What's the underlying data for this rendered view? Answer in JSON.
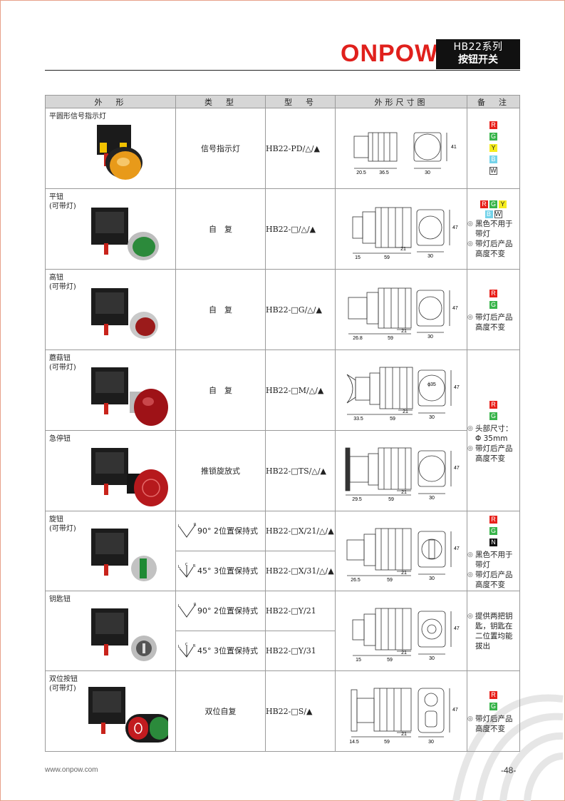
{
  "brand": {
    "logo": "ONPOW",
    "series_line1": "HB22系列",
    "series_line2": "按钮开关"
  },
  "table": {
    "headers": [
      "外　形",
      "类　型",
      "型　号",
      "外形尺寸图",
      "备　注"
    ],
    "rows": [
      {
        "name": "平圆形信号指示灯",
        "type": "信号指示灯",
        "model": "HB22-PD/△/▲",
        "dims": [
          "20.5",
          "36.5",
          "30",
          "41"
        ]
      },
      {
        "name": "平钮\n(可带灯)",
        "type": "自　复",
        "model": "HB22-□/△/▲",
        "dims": [
          "15",
          "59",
          "21",
          "30",
          "47"
        ]
      },
      {
        "name": "高钮\n(可带灯)",
        "type": "自　复",
        "model": "HB22-□G/△/▲",
        "dims": [
          "26.8",
          "59",
          "21",
          "30",
          "47"
        ]
      },
      {
        "name": "蘑菇钮\n(可带灯)",
        "type": "自　复",
        "model": "HB22-□M/△/▲",
        "dims": [
          "33.5",
          "59",
          "21",
          "30",
          "47",
          "ɸ35"
        ]
      },
      {
        "name": "急停钮",
        "type": "推锁旋放式",
        "model": "HB22-□TS/△/▲",
        "dims": [
          "29.5",
          "59",
          "21",
          "30",
          "47"
        ]
      },
      {
        "name": "旋钮\n(可带灯)",
        "types": [
          "90° 2位置保持式",
          "45° 3位置保持式"
        ],
        "models": [
          "HB22-□X/21/△/▲",
          "HB22-□X/31/△/▲"
        ],
        "dims": [
          "26.5",
          "59",
          "21",
          "30",
          "47"
        ]
      },
      {
        "name": "钥匙钮",
        "types": [
          "90° 2位置保持式",
          "45° 3位置保持式"
        ],
        "models": [
          "HB22-□Y/21",
          "HB22-□Y/31"
        ],
        "dims": [
          "15",
          "59",
          "21",
          "30",
          "47"
        ]
      },
      {
        "name": "双位按钮\n(可带灯)",
        "type": "双位自复",
        "model": "HB22-□S/▲",
        "dims": [
          "14.5",
          "59",
          "21",
          "30",
          "47"
        ]
      }
    ],
    "rot_letters": {
      "L": "L",
      "R": "R",
      "C": "C"
    },
    "notes": {
      "r0": [
        "R",
        "G",
        "Y",
        "B",
        "W"
      ],
      "r1_chips": [
        "R",
        "G",
        "Y",
        "B",
        "W"
      ],
      "r1_text": [
        "黑色不用于",
        "带灯",
        "带灯后产品",
        "高度不变"
      ],
      "r2_chips": [
        "R",
        "G"
      ],
      "r2_text": [
        "带灯后产品",
        "高度不变"
      ],
      "r34_chips": [
        "R",
        "G"
      ],
      "r34_text": [
        "头部尺寸：",
        "Φ 35mm",
        "带灯后产品",
        "高度不变"
      ],
      "r5_chips": [
        "R",
        "G",
        "N"
      ],
      "r5_text": [
        "黑色不用于",
        "带灯",
        "带灯后产品",
        "高度不变"
      ],
      "r6_text": [
        "提供两把钥",
        "匙，钥匙在",
        "二位置均能",
        "拔出"
      ],
      "r7_chips": [
        "R",
        "G"
      ],
      "r7_text": [
        "带灯后产品",
        "高度不变"
      ]
    }
  },
  "footer": {
    "url": "www.onpow.com",
    "page": "-48-"
  },
  "colors": {
    "R": "#e8211b",
    "G": "#38b44a",
    "Y": "#f6ec1d",
    "B": "#74d3ea",
    "W": "#ffffff",
    "N": "#111111",
    "brand_red": "#e0201c"
  }
}
